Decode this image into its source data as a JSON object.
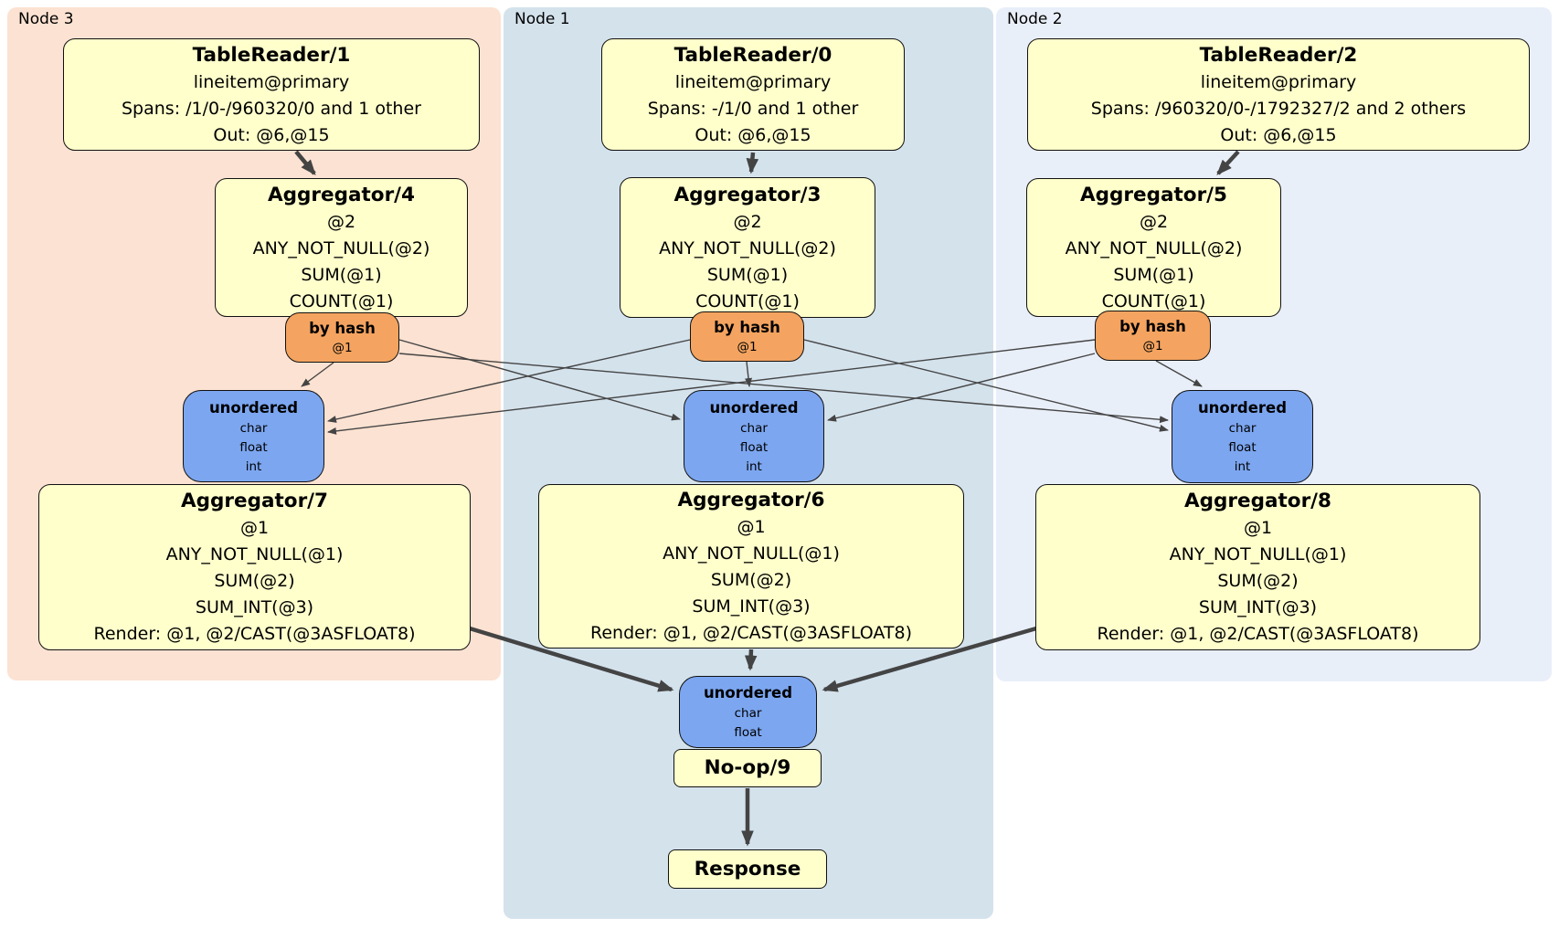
{
  "palette": {
    "node3_bg": "#fce2d2",
    "node1_bg": "#d4e2ec",
    "node2_bg": "#e9eff9",
    "processor_bg": "#ffffcc",
    "router_bg": "#f4a460",
    "sync_bg": "#7ca6f0",
    "edge_color": "#444444"
  },
  "groups": {
    "node3": "Node 3",
    "node1": "Node 1",
    "node2": "Node 2"
  },
  "boxes": {
    "tr1": {
      "title": "TableReader/1",
      "lines": [
        "lineitem@primary",
        "Spans: /1/0-/960320/0 and 1 other",
        "Out: @6,@15"
      ]
    },
    "tr0": {
      "title": "TableReader/0",
      "lines": [
        "lineitem@primary",
        "Spans: -/1/0 and 1 other",
        "Out: @6,@15"
      ]
    },
    "tr2": {
      "title": "TableReader/2",
      "lines": [
        "lineitem@primary",
        "Spans: /960320/0-/1792327/2 and 2 others",
        "Out: @6,@15"
      ]
    },
    "agg4": {
      "title": "Aggregator/4",
      "lines": [
        "@2",
        "ANY_NOT_NULL(@2)",
        "SUM(@1)",
        "COUNT(@1)"
      ]
    },
    "agg3": {
      "title": "Aggregator/3",
      "lines": [
        "@2",
        "ANY_NOT_NULL(@2)",
        "SUM(@1)",
        "COUNT(@1)"
      ]
    },
    "agg5": {
      "title": "Aggregator/5",
      "lines": [
        "@2",
        "ANY_NOT_NULL(@2)",
        "SUM(@1)",
        "COUNT(@1)"
      ]
    },
    "agg7": {
      "title": "Aggregator/7",
      "lines": [
        "@1",
        "ANY_NOT_NULL(@1)",
        "SUM(@2)",
        "SUM_INT(@3)",
        "Render: @1, @2/CAST(@3ASFLOAT8)"
      ]
    },
    "agg6": {
      "title": "Aggregator/6",
      "lines": [
        "@1",
        "ANY_NOT_NULL(@1)",
        "SUM(@2)",
        "SUM_INT(@3)",
        "Render: @1, @2/CAST(@3ASFLOAT8)"
      ]
    },
    "agg8": {
      "title": "Aggregator/8",
      "lines": [
        "@1",
        "ANY_NOT_NULL(@1)",
        "SUM(@2)",
        "SUM_INT(@3)",
        "Render: @1, @2/CAST(@3ASFLOAT8)"
      ]
    },
    "noop": {
      "title": "No-op/9"
    },
    "response": {
      "title": "Response"
    }
  },
  "routers": {
    "bh4": {
      "title": "by hash",
      "detail": "@1"
    },
    "bh3": {
      "title": "by hash",
      "detail": "@1"
    },
    "bh5": {
      "title": "by hash",
      "detail": "@1"
    }
  },
  "syncs": {
    "uo7": {
      "title": "unordered",
      "items": [
        "char",
        "float",
        "int"
      ]
    },
    "uo6": {
      "title": "unordered",
      "items": [
        "char",
        "float",
        "int"
      ]
    },
    "uo8": {
      "title": "unordered",
      "items": [
        "char",
        "float",
        "int"
      ]
    },
    "uoF": {
      "title": "unordered",
      "items": [
        "char",
        "float"
      ]
    }
  }
}
